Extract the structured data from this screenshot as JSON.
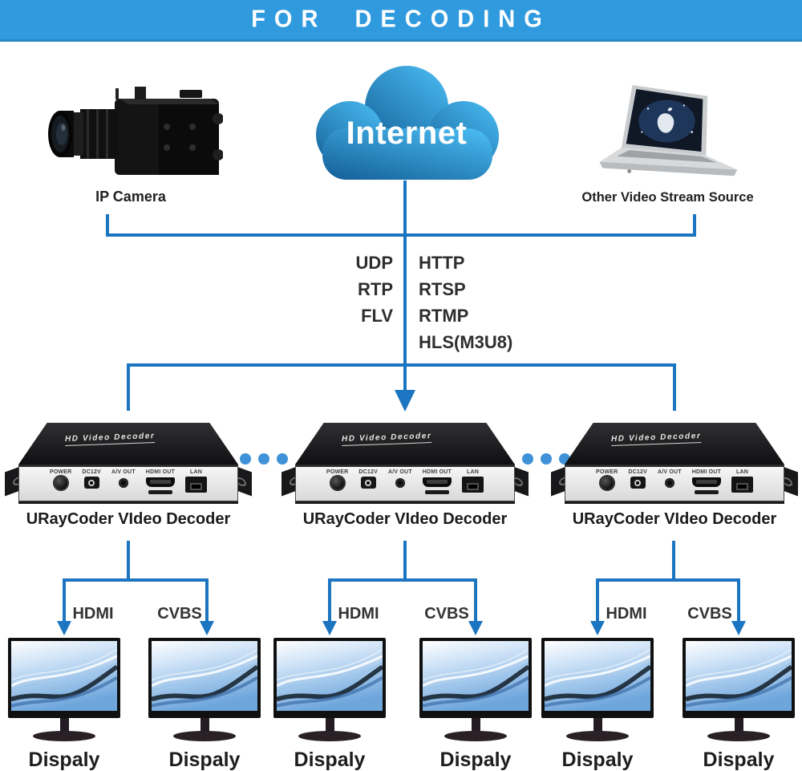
{
  "banner": {
    "title": "FOR DECODING"
  },
  "colors": {
    "banner_bg": "#309ade",
    "connector_blue": "#1b75c0",
    "dot_blue": "#3f92d8",
    "cloud_top": "#47b8ee",
    "cloud_bottom": "#156099"
  },
  "sources": {
    "camera": {
      "label": "IP Camera"
    },
    "internet": {
      "label": "Internet"
    },
    "laptop": {
      "label": "Other Video Stream Source"
    }
  },
  "protocols": {
    "left": [
      "UDP",
      "RTP",
      "FLV"
    ],
    "right": [
      "HTTP",
      "RTSP",
      "RTMP",
      "HLS(M3U8)"
    ]
  },
  "decoders": [
    {
      "device_title": "HD Video Decoder",
      "ports": [
        "POWER",
        "DC12V",
        "A/V OUT",
        "HDMI OUT",
        "LAN"
      ],
      "label": "URayCoder VIdeo Decoder",
      "outputs": [
        "HDMI",
        "CVBS"
      ]
    },
    {
      "device_title": "HD Video Decoder",
      "ports": [
        "POWER",
        "DC12V",
        "A/V OUT",
        "HDMI OUT",
        "LAN"
      ],
      "label": "URayCoder VIdeo Decoder",
      "outputs": [
        "HDMI",
        "CVBS"
      ]
    },
    {
      "device_title": "HD Video Decoder",
      "ports": [
        "POWER",
        "DC12V",
        "A/V OUT",
        "HDMI OUT",
        "LAN"
      ],
      "label": "URayCoder VIdeo Decoder",
      "outputs": [
        "HDMI",
        "CVBS"
      ]
    }
  ],
  "displays": [
    {
      "label": "Dispaly"
    },
    {
      "label": "Dispaly"
    },
    {
      "label": "Dispaly"
    },
    {
      "label": "Dispaly"
    },
    {
      "label": "Dispaly"
    },
    {
      "label": "Dispaly"
    }
  ]
}
